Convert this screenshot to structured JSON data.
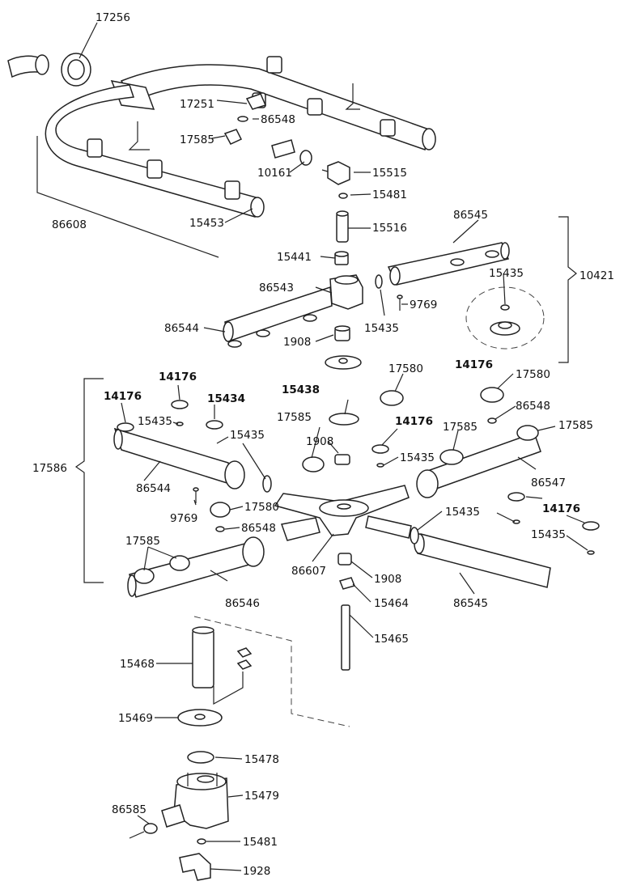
{
  "labels": [
    {
      "id": "l01",
      "text": "17256",
      "bold": false
    },
    {
      "id": "l02",
      "text": "17251",
      "bold": false
    },
    {
      "id": "l03",
      "text": "86548",
      "bold": false
    },
    {
      "id": "l04",
      "text": "17585",
      "bold": false
    },
    {
      "id": "l05",
      "text": "10161",
      "bold": false
    },
    {
      "id": "l06",
      "text": "15515",
      "bold": false
    },
    {
      "id": "l07",
      "text": "15481",
      "bold": false
    },
    {
      "id": "l08",
      "text": "86608",
      "bold": false
    },
    {
      "id": "l09",
      "text": "15453",
      "bold": false
    },
    {
      "id": "l10",
      "text": "15516",
      "bold": false
    },
    {
      "id": "l11",
      "text": "86545",
      "bold": false
    },
    {
      "id": "l12",
      "text": "15441",
      "bold": false
    },
    {
      "id": "l13",
      "text": "15435",
      "bold": false
    },
    {
      "id": "l14",
      "text": "10421",
      "bold": false
    },
    {
      "id": "l15",
      "text": "86543",
      "bold": false
    },
    {
      "id": "l16",
      "text": "9769",
      "bold": false
    },
    {
      "id": "l17",
      "text": "86544",
      "bold": false
    },
    {
      "id": "l18",
      "text": "15435",
      "bold": false
    },
    {
      "id": "l19",
      "text": "1908",
      "bold": false
    },
    {
      "id": "l20",
      "text": "14176",
      "bold": true
    },
    {
      "id": "l21",
      "text": "17580",
      "bold": false
    },
    {
      "id": "l22",
      "text": "17580",
      "bold": false
    },
    {
      "id": "l23",
      "text": "14176",
      "bold": true
    },
    {
      "id": "l24",
      "text": "15438",
      "bold": true
    },
    {
      "id": "l25",
      "text": "14176",
      "bold": true
    },
    {
      "id": "l26",
      "text": "15434",
      "bold": true
    },
    {
      "id": "l27",
      "text": "86548",
      "bold": false
    },
    {
      "id": "l28",
      "text": "15435",
      "bold": false
    },
    {
      "id": "l29",
      "text": "17585",
      "bold": false
    },
    {
      "id": "l30",
      "text": "14176",
      "bold": true
    },
    {
      "id": "l31",
      "text": "17585",
      "bold": false
    },
    {
      "id": "l32",
      "text": "17585",
      "bold": false
    },
    {
      "id": "l33",
      "text": "15435",
      "bold": false
    },
    {
      "id": "l34",
      "text": "1908",
      "bold": false
    },
    {
      "id": "l35",
      "text": "15435",
      "bold": false
    },
    {
      "id": "l36",
      "text": "17586",
      "bold": false
    },
    {
      "id": "l37",
      "text": "86544",
      "bold": false
    },
    {
      "id": "l38",
      "text": "86547",
      "bold": false
    },
    {
      "id": "l39",
      "text": "9769",
      "bold": false
    },
    {
      "id": "l40",
      "text": "17580",
      "bold": false
    },
    {
      "id": "l41",
      "text": "15435",
      "bold": false
    },
    {
      "id": "l42",
      "text": "14176",
      "bold": true
    },
    {
      "id": "l43",
      "text": "86548",
      "bold": false
    },
    {
      "id": "l44",
      "text": "15435",
      "bold": false
    },
    {
      "id": "l45",
      "text": "17585",
      "bold": false
    },
    {
      "id": "l46",
      "text": "86607",
      "bold": false
    },
    {
      "id": "l47",
      "text": "1908",
      "bold": false
    },
    {
      "id": "l48",
      "text": "86546",
      "bold": false
    },
    {
      "id": "l49",
      "text": "15464",
      "bold": false
    },
    {
      "id": "l50",
      "text": "86545",
      "bold": false
    },
    {
      "id": "l51",
      "text": "15465",
      "bold": false
    },
    {
      "id": "l52",
      "text": "15468",
      "bold": false
    },
    {
      "id": "l53",
      "text": "15469",
      "bold": false
    },
    {
      "id": "l54",
      "text": "15478",
      "bold": false
    },
    {
      "id": "l55",
      "text": "15479",
      "bold": false
    },
    {
      "id": "l56",
      "text": "86585",
      "bold": false
    },
    {
      "id": "l57",
      "text": "15481",
      "bold": false
    },
    {
      "id": "l58",
      "text": "1928",
      "bold": false
    }
  ]
}
